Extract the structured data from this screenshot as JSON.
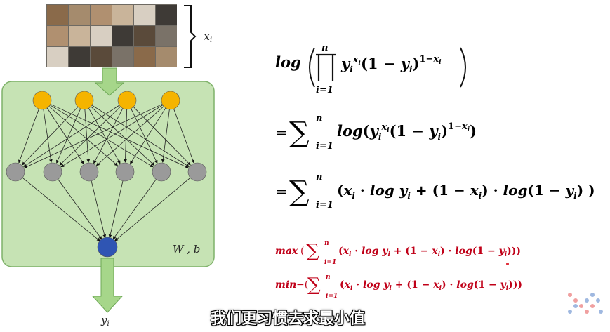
{
  "diagram": {
    "input_label": "x_i",
    "params_label": "W , b",
    "output_label": "y_i"
  },
  "equations": {
    "line1": "log(∏_{i=1}^{n} y_i^{x_i} (1 − y_i)^{1−x_i})",
    "line2": "= ∑_{i=1}^{n} log(y_i^{x_i} (1 − y_i)^{1−x_i})",
    "line3": "= ∑_{i=1}^{n} (x_i · log y_i + (1 − x_i) · log(1 − y_i))",
    "line4": "max (∑_{i=1}^{n} (x_i · log y_i + (1 − x_i) · log(1 − y_i)))",
    "line5": "min −(∑_{i=1}^{n} (x_i · log y_i + (1 − x_i) · log(1 − y_i)))"
  },
  "subtitle": "我们更习惯去求最小值",
  "colors": {
    "panel_fill": "#c6e3b4",
    "panel_stroke": "#7fb26a",
    "input_node": "#f5b400",
    "hidden_node": "#9a9a9a",
    "output_node": "#2f55b3",
    "arrow_fill": "#a6d68a",
    "red_text": "#c00018"
  }
}
